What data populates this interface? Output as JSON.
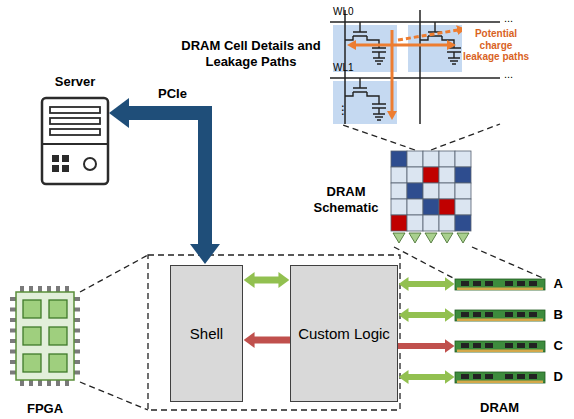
{
  "diagram": {
    "nodes": [
      {
        "text": [
          "Server"
        ]
      },
      {
        "text": [
          "FPGA"
        ]
      },
      {
        "text": [
          "Shell"
        ]
      },
      {
        "text": [
          "Custom Logic"
        ]
      },
      {
        "text": [
          "A"
        ]
      },
      {
        "text": [
          "B"
        ]
      },
      {
        "text": [
          "C"
        ]
      },
      {
        "text": [
          "D"
        ]
      },
      {
        "text": [
          "DRAM Schematic"
        ]
      },
      {
        "text": [
          "DRAM Cell Details and Leakage Paths"
        ]
      }
    ],
    "edges": [
      {
        "from": 0,
        "to": 2,
        "arrow": "both",
        "label": "PCIe"
      },
      {
        "from": 2,
        "to": 3,
        "arrow": "both"
      },
      {
        "from": 3,
        "to": 2,
        "arrow": "to"
      },
      {
        "from": 3,
        "to": 4,
        "arrow": "both"
      },
      {
        "from": 3,
        "to": 5,
        "arrow": "both"
      },
      {
        "from": 3,
        "to": 6,
        "arrow": "to"
      },
      {
        "from": 3,
        "to": 7,
        "arrow": "both"
      }
    ],
    "labels": [
      "WL0",
      "WL1",
      "Potential charge leakage paths",
      "...",
      "...",
      "⋮",
      "DRAM"
    ]
  }
}
